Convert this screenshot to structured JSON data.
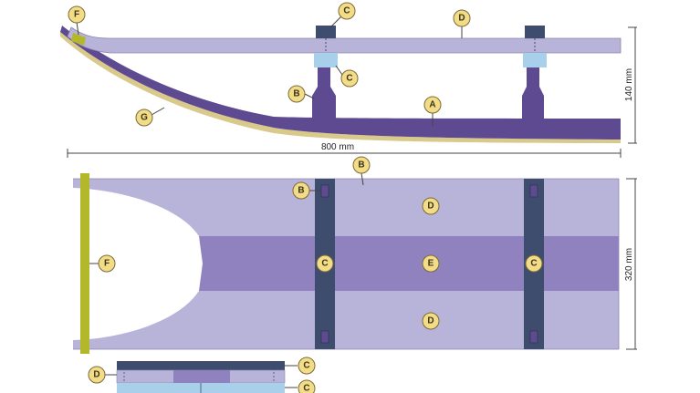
{
  "dimensions": {
    "length": "800 mm",
    "height": "140 mm",
    "width": "320 mm"
  },
  "labels": {
    "a": "A",
    "b": "B",
    "c": "C",
    "d": "D",
    "e": "E",
    "f": "F",
    "g": "G"
  },
  "colors": {
    "runner": "#5e4a90",
    "deck": "#b8b3d8",
    "deck_center": "#8f82bf",
    "crossbar": "#3e4c6e",
    "bracket": "#a8d0ea",
    "front_bar": "#b3b82a",
    "label_fill": "#f3dc86",
    "edge": "#d9c98a"
  }
}
